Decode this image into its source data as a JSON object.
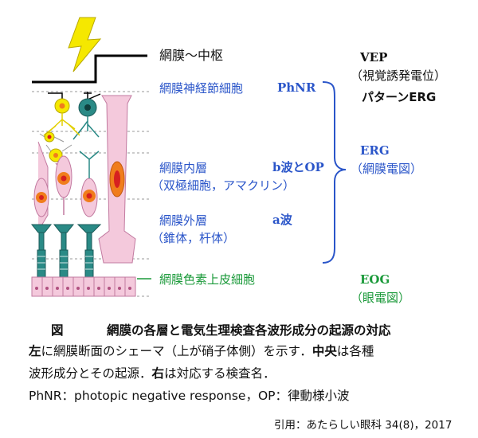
{
  "stimulus_label": "網膜〜中枢",
  "layers": [
    {
      "name": "網膜神経節細胞",
      "wave": "PhNR"
    },
    {
      "name": "網膜内層",
      "sub": "（双極細胞，アマクリン）",
      "wave": "b波とOP"
    },
    {
      "name": "網膜外層",
      "sub": "（錐体，杆体）",
      "wave": "a波"
    },
    {
      "name": "網膜色素上皮細胞"
    }
  ],
  "tests": {
    "vep": {
      "title": "VEP",
      "line1": "（視覚誘発電位）",
      "line2": "パターンERG"
    },
    "erg": {
      "title": "ERG",
      "line1": "（網膜電図）"
    },
    "eog": {
      "title": "EOG",
      "line1": "（眼電図）"
    }
  },
  "caption": {
    "fig": "図",
    "title": "網膜の各層と電気生理検査各波形成分の起源の対応",
    "p1_b1": "左",
    "p1_t1": "に網膜断面のシェーマ（上が硝子体側）を示す．",
    "p1_b2": "中央",
    "p1_t2": "は各種",
    "p2_t1": "波形成分とその起源．",
    "p2_b1": "右",
    "p2_t2": "は対応する検査名．",
    "p3": "PhNR：photopic negative response，OP：律動様小波"
  },
  "citation": "引用：あたらしい眼科 34(8)，2017",
  "colors": {
    "blue": "#2a55c9",
    "green": "#1b9a3a",
    "yellow": "#f5e800",
    "teal": "#2a8a86",
    "pink": "#f4c9dc",
    "orange": "#f07d1c",
    "red": "#d62020"
  }
}
